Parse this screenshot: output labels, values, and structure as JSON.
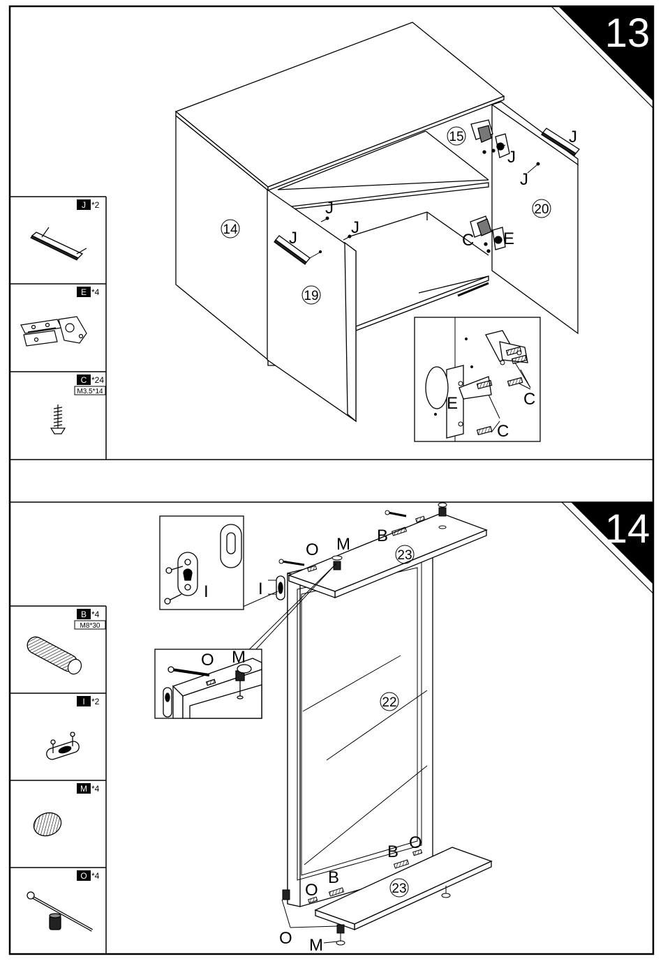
{
  "steps": [
    {
      "number": "13"
    },
    {
      "number": "14"
    }
  ],
  "parts_step13": [
    {
      "code": "J",
      "qty": "*2",
      "spec": "",
      "icon": "handle-icon"
    },
    {
      "code": "E",
      "qty": "*4",
      "spec": "",
      "icon": "hinge-icon"
    },
    {
      "code": "C",
      "qty": "*24",
      "spec": "M3.5*14",
      "icon": "wood-screw-icon"
    }
  ],
  "parts_step14": [
    {
      "code": "B",
      "qty": "*4",
      "spec": "M8*30",
      "icon": "dowel-icon"
    },
    {
      "code": "I",
      "qty": "*2",
      "spec": "",
      "icon": "hanger-bracket-icon"
    },
    {
      "code": "M",
      "qty": "*4",
      "spec": "",
      "icon": "cam-disc-icon"
    },
    {
      "code": "O",
      "qty": "*4",
      "spec": "",
      "icon": "cam-bolt-icon"
    }
  ],
  "diagram13": {
    "panels": {
      "p14": "14",
      "p15": "15",
      "p19": "19",
      "p20": "20"
    },
    "labels": {
      "J": "J",
      "C": "C",
      "E": "E"
    }
  },
  "diagram14": {
    "panels": {
      "p22": "22",
      "p23": "23"
    },
    "labels": {
      "O": "O",
      "M": "M",
      "B": "B",
      "I": "I"
    }
  }
}
